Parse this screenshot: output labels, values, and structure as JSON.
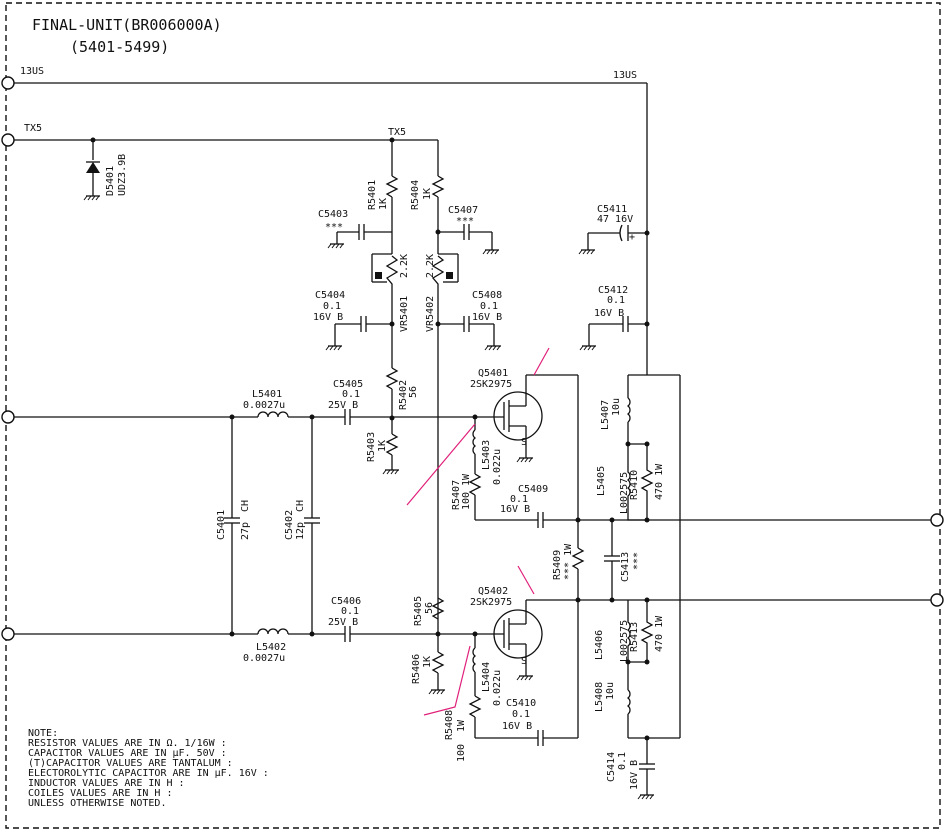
{
  "title": "FINAL-UNIT(BR006000A)",
  "subtitle": "(5401-5499)",
  "nets": {
    "left_13us": "13US",
    "right_13us": "13US",
    "tx5_left": "TX5",
    "tx5_mid": "TX5"
  },
  "components": {
    "d5401": {
      "ref": "D5401",
      "value": "UDZ3.9B"
    },
    "r5401": {
      "ref": "R5401",
      "value": "1K"
    },
    "r5404": {
      "ref": "R5404",
      "value": "1K"
    },
    "c5403": {
      "ref": "C5403",
      "value": "***"
    },
    "c5407": {
      "ref": "C5407",
      "value": "***"
    },
    "vr5401": {
      "ref": "VR5401",
      "value": "2.2K"
    },
    "vr5402": {
      "ref": "VR5402",
      "value": "2.2K"
    },
    "c5404": {
      "ref": "C5404",
      "value": "0.1",
      "rating": "16V  B"
    },
    "c5408": {
      "ref": "C5408",
      "value": "0.1",
      "rating": "16V  B"
    },
    "c5411": {
      "ref": "C5411",
      "value": "47 16V"
    },
    "c5412": {
      "ref": "C5412",
      "value": "0.1",
      "rating": "16V  B"
    },
    "l5401": {
      "ref": "L5401",
      "value": "0.0027u"
    },
    "c5405": {
      "ref": "C5405",
      "value": "0.1",
      "rating": "25V  B"
    },
    "r5402": {
      "ref": "R5402",
      "value": "56"
    },
    "r5403": {
      "ref": "R5403",
      "value": "1K"
    },
    "q5401": {
      "ref": "Q5401",
      "value": "2SK2975"
    },
    "l5403": {
      "ref": "L5403",
      "value": "0.022u"
    },
    "r5407": {
      "ref": "R5407",
      "value": "100",
      "rating": "1W"
    },
    "c5409": {
      "ref": "C5409",
      "value": "0.1",
      "rating": "16V  B"
    },
    "l5407": {
      "ref": "L5407",
      "value": "10u"
    },
    "l5405": {
      "ref": "L5405",
      "value": "L002575"
    },
    "r5410": {
      "ref": "R5410",
      "value": "470 1W"
    },
    "c5401": {
      "ref": "C5401",
      "value": "27p",
      "rating": "CH"
    },
    "c5402": {
      "ref": "C5402",
      "value": "12p",
      "rating": "CH"
    },
    "r5409": {
      "ref": "R5409",
      "value": "*** 1W"
    },
    "c5413": {
      "ref": "C5413",
      "value": "***"
    },
    "c5406": {
      "ref": "C5406",
      "value": "0.1",
      "rating": "25V  B"
    },
    "r5405": {
      "ref": "R5405",
      "value": "56"
    },
    "q5402": {
      "ref": "Q5402",
      "value": "2SK2975"
    },
    "l5402": {
      "ref": "L5402",
      "value": "0.0027u"
    },
    "r5406": {
      "ref": "R5406",
      "value": "1K"
    },
    "l5404": {
      "ref": "L5404",
      "value": "0.022u"
    },
    "r5408": {
      "ref": "R5408",
      "value": "100",
      "rating": "1W"
    },
    "c5410": {
      "ref": "C5410",
      "value": "0.1",
      "rating": "16V  B"
    },
    "l5406": {
      "ref": "L5406",
      "value": "L002575"
    },
    "r5413": {
      "ref": "R5413",
      "value": "470 1W"
    },
    "l5408": {
      "ref": "L5408",
      "value": "10u"
    },
    "c5414": {
      "ref": "C5414",
      "value": "0.1",
      "rating": "16V  B"
    }
  },
  "pins": {
    "source": "S"
  },
  "notes": [
    "NOTE:",
    "RESISTOR VALUES ARE IN Ω. 1/16W :",
    "CAPACITOR VALUES ARE IN μF. 50V :",
    "(T)CAPACITOR VALUES ARE TANTALUM :",
    "ELECTOROLYTIC CAPACITOR ARE IN μF. 16V :",
    "INDUCTOR VALUES ARE IN H :",
    "COILES VALUES ARE IN H :",
    "UNLESS OTHERWISE NOTED."
  ],
  "colors": {
    "ink": "#111111",
    "annotation": "#e0207a"
  }
}
